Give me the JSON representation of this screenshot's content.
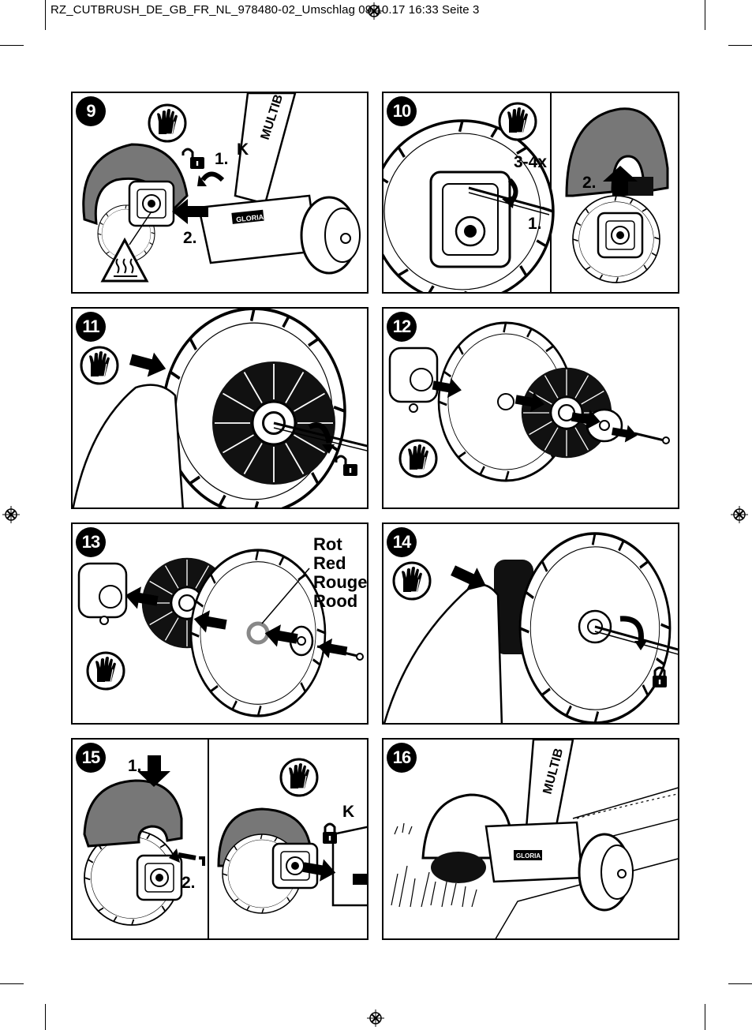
{
  "header": {
    "text": "RZ_CUTBRUSH_DE_GB_FR_NL_978480-02_Umschlag  09.10.17  16:33  Seite 3"
  },
  "panels": [
    {
      "number": "9",
      "labels": {
        "step1": "1.",
        "k": "K",
        "step2": "2."
      }
    },
    {
      "number": "10",
      "labels": {
        "turns": "3-4x",
        "step1": "1.",
        "step2": "2."
      }
    },
    {
      "number": "11"
    },
    {
      "number": "12"
    },
    {
      "number": "13",
      "color_words": [
        "Rot",
        "Red",
        "Rouge",
        "Rood"
      ]
    },
    {
      "number": "14"
    },
    {
      "number": "15",
      "labels": {
        "step1": "1.",
        "step2": "2.",
        "k": "K"
      }
    },
    {
      "number": "16",
      "brand_text": "MULTIB"
    }
  ],
  "icons": [
    "glove-icon",
    "unlock-icon",
    "lock-icon",
    "hot-surface-warning-icon",
    "arrow-icon",
    "registration-mark-icon"
  ]
}
